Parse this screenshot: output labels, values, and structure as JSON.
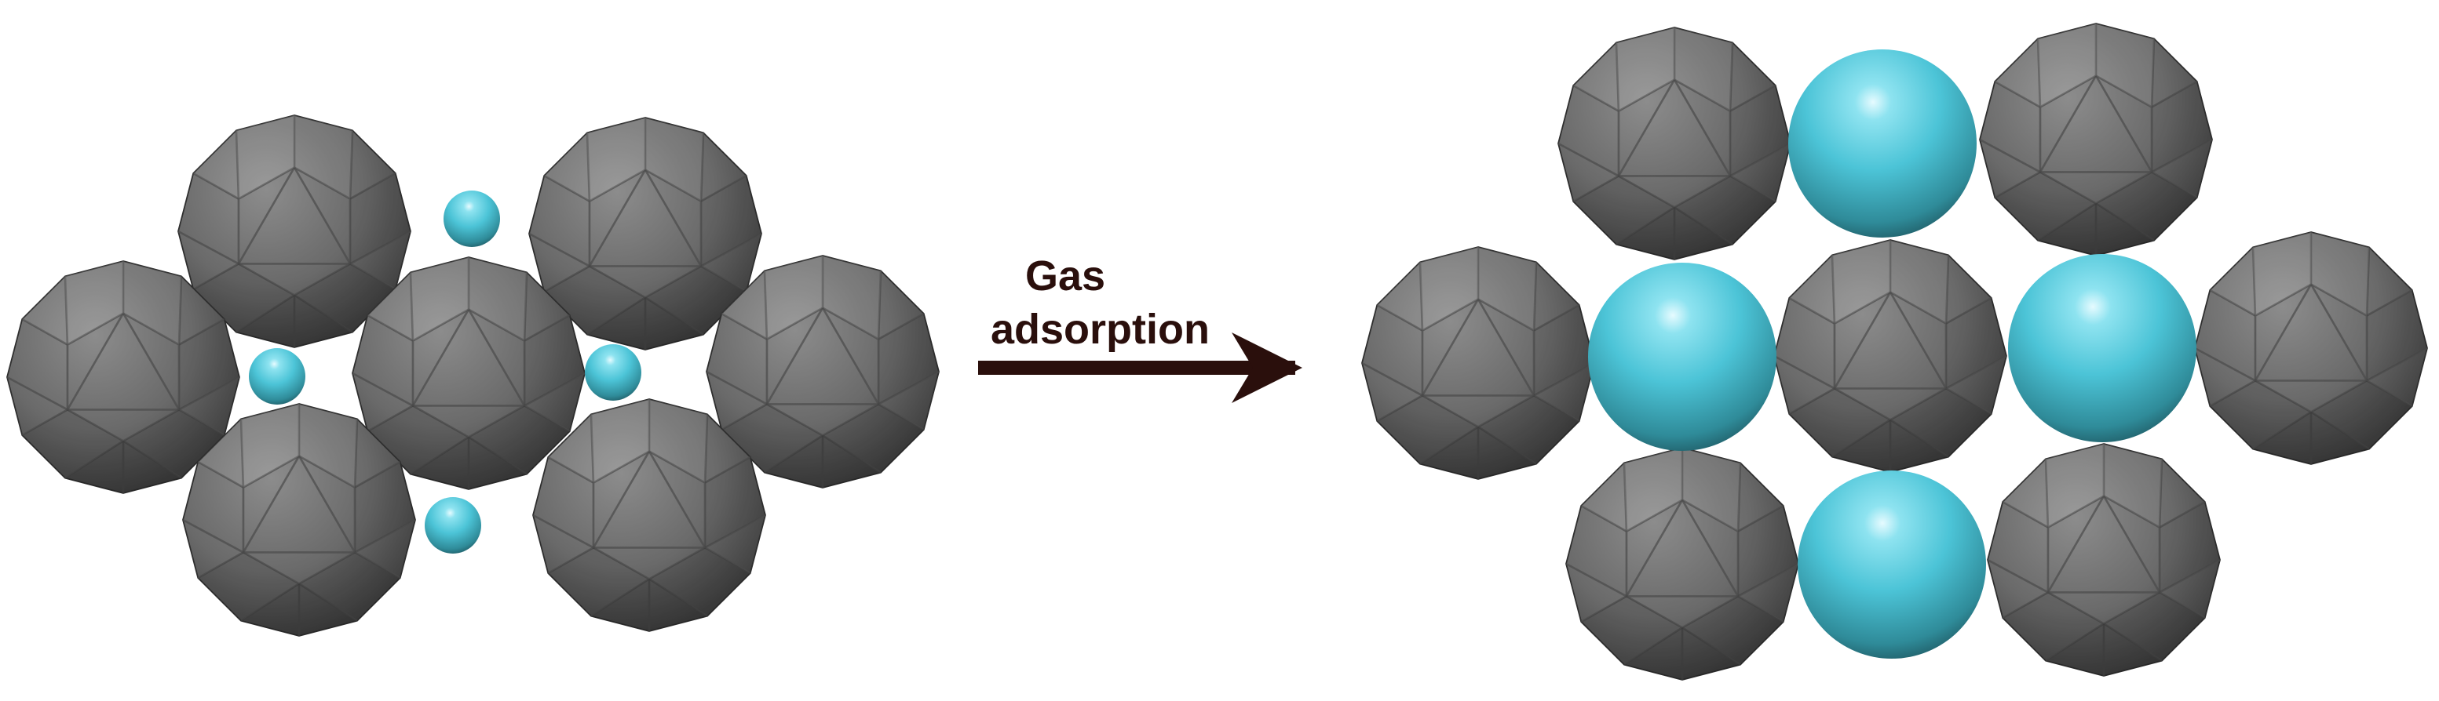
{
  "labels": {
    "arrow_line1": "Gas",
    "arrow_line2": "adsorption"
  },
  "colors": {
    "background": "#ffffff",
    "host_sphere": "#6a6a6a",
    "host_sphere_dark": "#3c3c3c",
    "host_sphere_light": "#8a8a8a",
    "gas_sphere": "#46c3d6",
    "gas_sphere_dark": "#1e4f58",
    "arrow": "#2a0f0c"
  },
  "icons": {
    "host": "faceted-gray-sphere-icon",
    "gas": "cyan-sphere-icon",
    "arrow": "right-arrow-icon"
  },
  "panels": {
    "before": {
      "host_spheres": 7,
      "gas_molecules": 4,
      "gas_size": "small"
    },
    "after": {
      "host_spheres": 7,
      "gas_molecules": 4,
      "gas_size": "large"
    }
  }
}
